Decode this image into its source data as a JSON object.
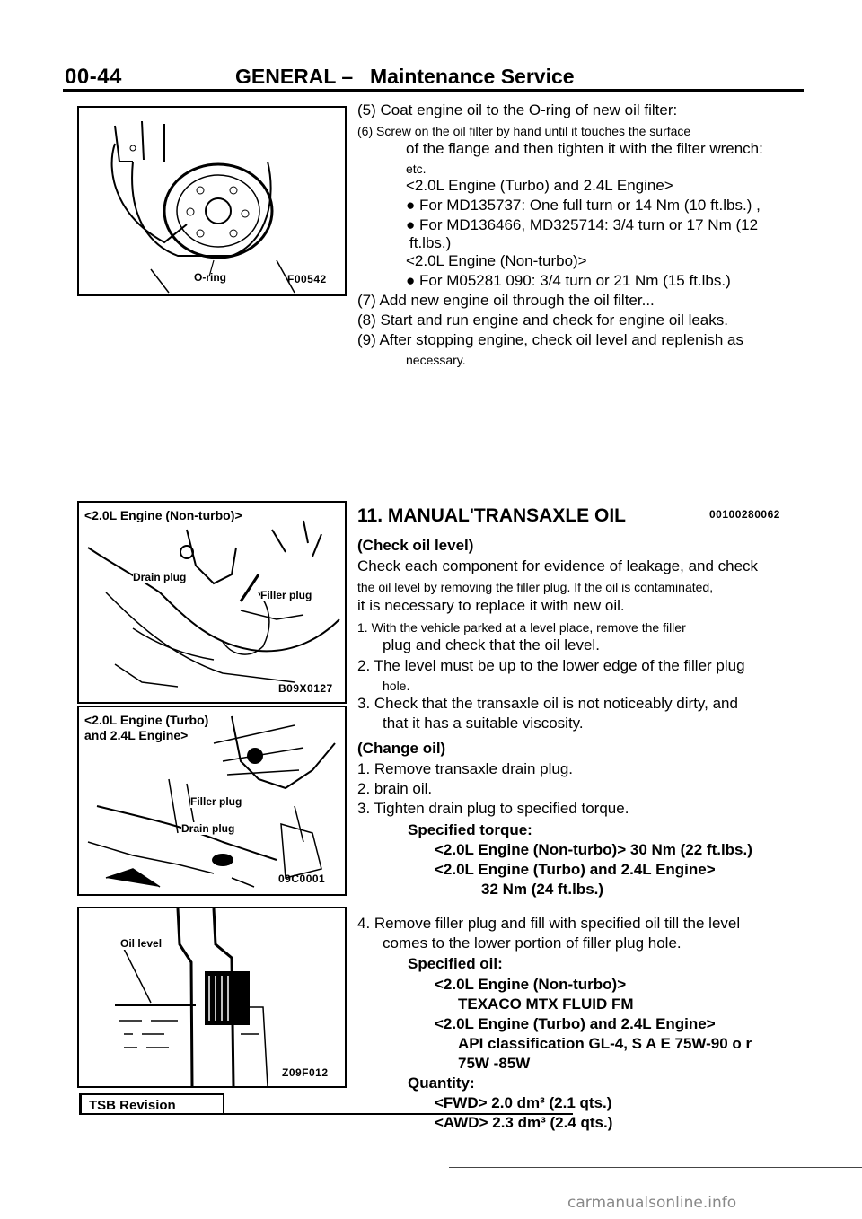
{
  "header": {
    "page_code": "00-44",
    "title": "GENERAL –",
    "subtitle": "Maintenance Service"
  },
  "figures": {
    "fig1": {
      "label": "O-ring",
      "code": "F00542"
    },
    "fig2": {
      "heading": "<2.0L Engine (Non-turbo)>",
      "drain": "Drain plug",
      "filler": "Filler plug",
      "code": "B09X0127"
    },
    "fig3": {
      "heading_line1": "<2.0L Engine (Turbo)",
      "heading_line2": "and 2.4L Engine>",
      "filler": "Filler plug",
      "drain": "Drain plug",
      "code": "09C0001"
    },
    "fig4": {
      "label": "Oil level",
      "code": "Z09F012"
    }
  },
  "oil_filter": {
    "step5": "(5) Coat engine oil to the O-ring of new oil filter:",
    "step6a": "(6) Screw on the oil filter by hand until it touches the surface",
    "step6b": "of the flange and then tighten it with the filter wrench:",
    "etc": "etc.",
    "spec1_head": "<2.0L Engine (Turbo) and 2.4L Engine>",
    "spec1_a": "For MD135737: One full turn or 14 Nm (10 ft.lbs.) ,",
    "spec1_b1": "For MD136466, MD325714: 3/4 turn or 17 Nm (12",
    "spec1_b2": "ft.lbs.)",
    "spec2_head": "<2.0L Engine (Non-turbo)>",
    "spec2_a": "For M05281 090: 3/4 turn or 21 Nm (15 ft.lbs.)",
    "step7": "(7) Add new engine oil through the oil filter...",
    "step8": "(8) Start and run engine and check for engine oil leaks.",
    "step9a": "(9) After stopping engine, check oil level and replenish as",
    "step9b": "necessary."
  },
  "manual_transaxle": {
    "section_title": "11. MANUAL'TRANSAXLE OIL",
    "section_code": "00100280062",
    "check_heading": "(Check oil level)",
    "check_p1a": "Check each component for evidence of leakage, and check",
    "check_p1b": "the oil level by removing the filler plug. If the oil is contaminated,",
    "check_p1c": "it is necessary to replace it with new oil.",
    "check_1a": "1. With the vehicle parked at a level place, remove the filler",
    "check_1b": "plug and check that the oil level.",
    "check_2a": "2. The level must be up to the lower edge of the filler plug",
    "check_2b": "hole.",
    "check_3a": "3. Check that the transaxle oil is not noticeably dirty, and",
    "check_3b": "that it has a suitable viscosity.",
    "change_heading": "(Change oil)",
    "change_1": "1. Remove transaxle drain plug.",
    "change_2": "2. brain oil.",
    "change_3": "3. Tighten drain plug to specified torque.",
    "torque_heading": "Specified torque:",
    "torque_1": "<2.0L Engine (Non-turbo)> 30 Nm (22 ft.lbs.)",
    "torque_2": "<2.0L Engine (Turbo) and 2.4L Engine>",
    "torque_3": "32 Nm (24 ft.lbs.)",
    "change_4a": "4. Remove filler plug and fill with specified oil till the level",
    "change_4b": "comes to the lower portion of filler plug hole.",
    "oil_heading": "Specified oil:",
    "oil_1": "<2.0L Engine (Non-turbo)>",
    "oil_2": "TEXACO MTX FLUID FM",
    "oil_3": "<2.0L Engine (Turbo) and 2.4L Engine>",
    "oil_4": "API classification GL-4, S A E 75W-90 o r",
    "oil_5": "75W -85W",
    "qty_heading": "Quantity:",
    "qty_1": "<FWD> 2.0 dm³ (2.1 qts.)",
    "qty_2": "<AWD> 2.3 dm³ (2.4 qts.)"
  },
  "footer": {
    "tsb": "TSB Revision",
    "watermark": "carmanualsonline.info"
  }
}
